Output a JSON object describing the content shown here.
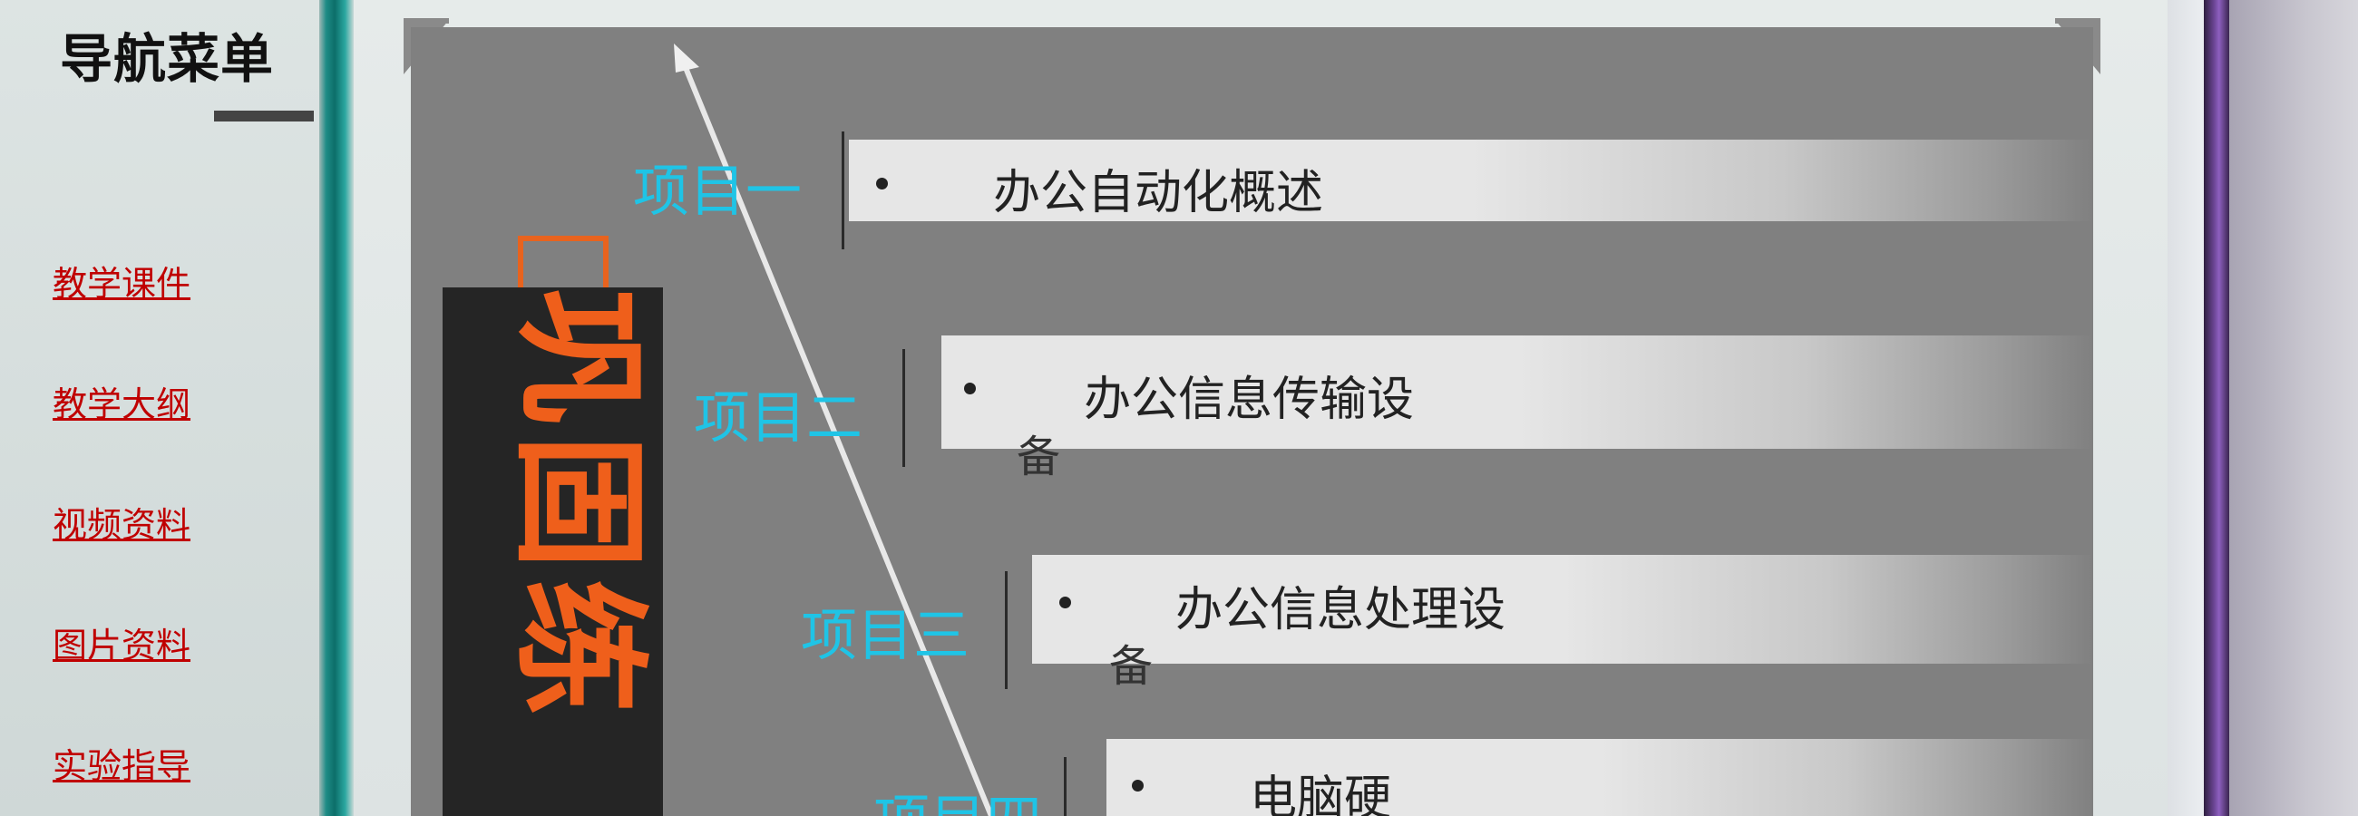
{
  "nav": {
    "title": "导航菜单",
    "links": [
      "教学课件",
      "教学大纲",
      "视频资料",
      "图片资料",
      "实验指导"
    ]
  },
  "slide": {
    "side_title": "巩固练",
    "projects": [
      {
        "label": "项目一",
        "text": "办公自动化概述",
        "text2": ""
      },
      {
        "label": "项目二",
        "text": "办公信息传输设",
        "text2": "备"
      },
      {
        "label": "项目三",
        "text": "办公信息处理设",
        "text2": "备"
      },
      {
        "label": "项目四",
        "text": "电脑硬",
        "text2": ""
      }
    ]
  },
  "colors": {
    "nav_link": "#c00000",
    "project_label": "#1fc4e6",
    "accent_orange": "#ef5f1b",
    "slide_bg": "#808080"
  }
}
